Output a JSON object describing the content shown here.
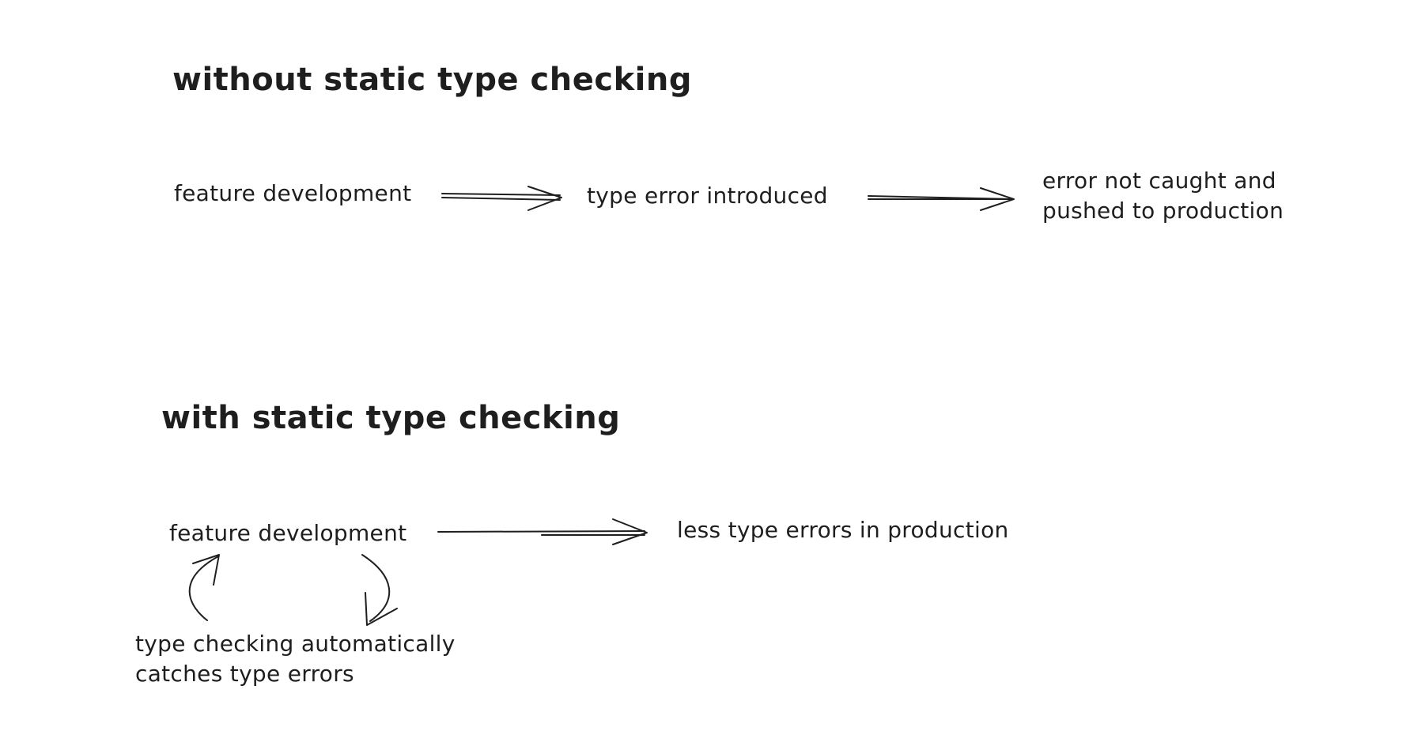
{
  "sections": {
    "without": {
      "title": "without static type checking",
      "steps": [
        "feature development",
        "type error introduced",
        "error not caught and\npushed to production"
      ]
    },
    "with": {
      "title": "with static type checking",
      "steps": [
        "feature development",
        "less type errors in production"
      ],
      "loop_note": "type checking automatically\ncatches type errors"
    }
  },
  "colors": {
    "ink": "#1e1e1e",
    "background": "#ffffff"
  }
}
